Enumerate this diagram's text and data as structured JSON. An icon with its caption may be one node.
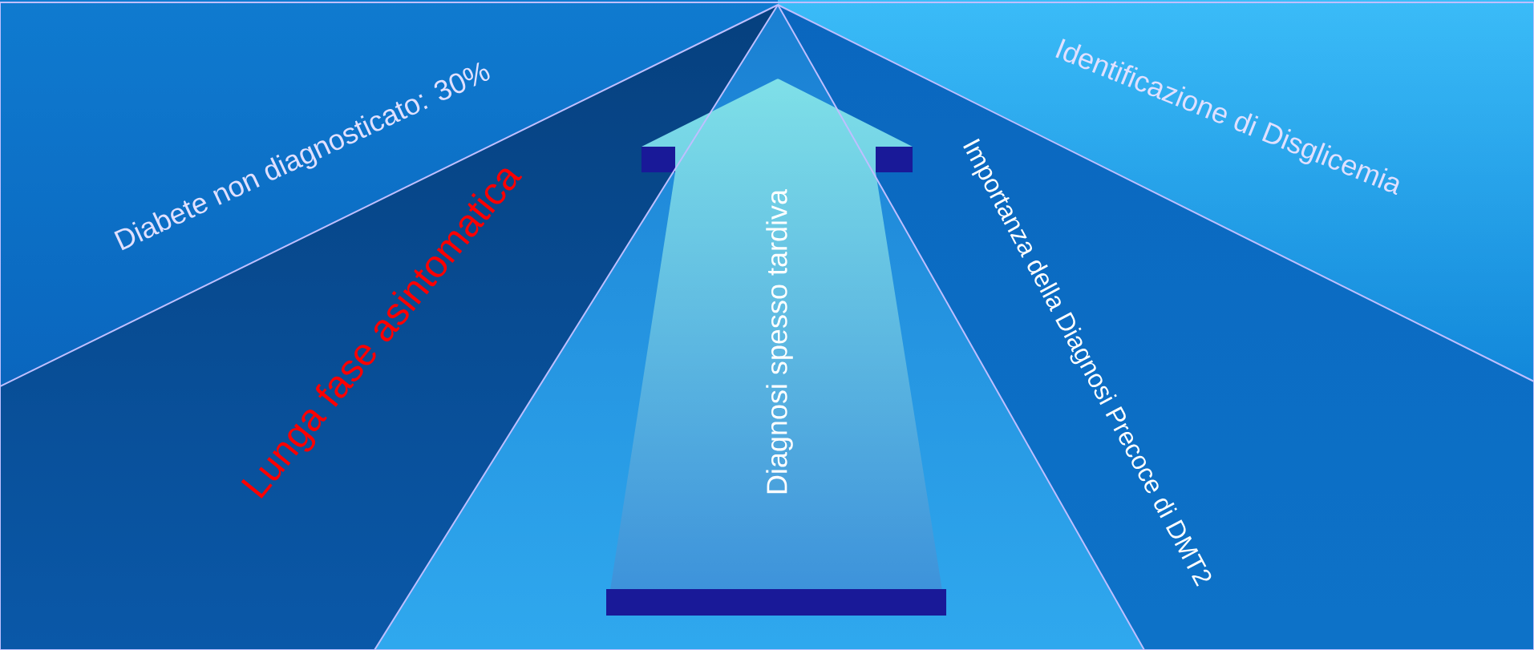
{
  "diagram": {
    "nodes": [
      {
        "text": [
          "Diabete non diagnosticato: 30%"
        ]
      },
      {
        "text": [
          "Identificazione di Disglicemia"
        ]
      },
      {
        "text": [
          "Lunga fase asintomatica"
        ]
      },
      {
        "text": [
          "Diagnosi spesso tardiva"
        ]
      },
      {
        "text": [
          "Importanza della Diagnosi Precoce di DMT2"
        ]
      }
    ]
  }
}
